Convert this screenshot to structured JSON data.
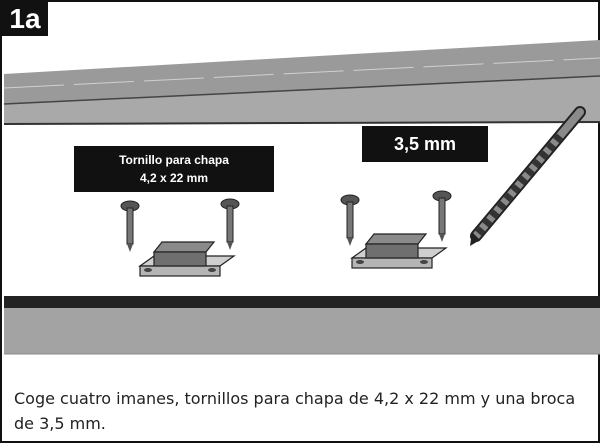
{
  "step": {
    "number": "1a"
  },
  "labels": {
    "screw_title": "Tornillo para chapa",
    "screw_size": "4,2 x 22 mm",
    "drill_bit": "3,5 mm"
  },
  "caption": "Coge cuatro imanes, tornillos para chapa de 4,2 x 22 mm y una broca de 3,5 mm.",
  "icons": [
    "screw",
    "magnet",
    "drill-bit"
  ]
}
